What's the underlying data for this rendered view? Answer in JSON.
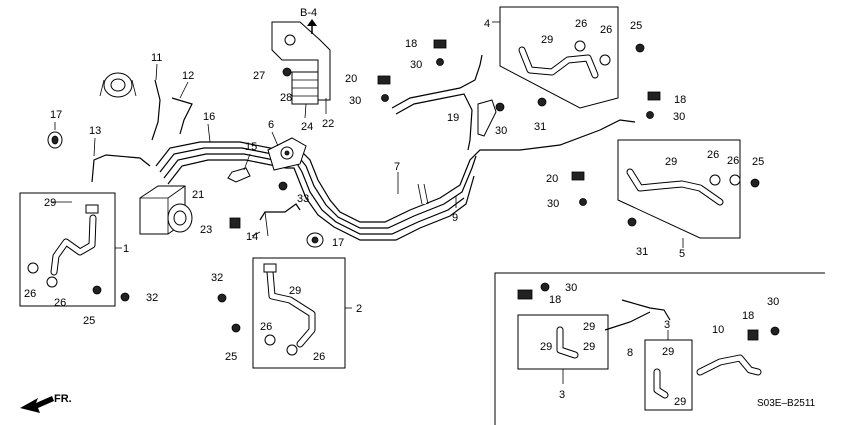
{
  "callouts": {
    "c1": "1",
    "c2": "2",
    "c3a": "3",
    "c3b": "3",
    "c4": "4",
    "c5": "5",
    "c6": "6",
    "c7": "7",
    "c8": "8",
    "c9": "9",
    "c10": "10",
    "c11": "11",
    "c12": "12",
    "c13": "13",
    "c14": "14",
    "c15": "15",
    "c16": "16",
    "c17a": "17",
    "c17b": "17",
    "c18a": "18",
    "c18b": "18",
    "c18c": "18",
    "c18d": "18",
    "c19": "19",
    "c20a": "20",
    "c20b": "20",
    "c21": "21",
    "c22": "22",
    "c23": "23",
    "c24": "24",
    "c25a": "25",
    "c25b": "25",
    "c25c": "25",
    "c25d": "25",
    "c26a": "26",
    "c26b": "26",
    "c26c": "26",
    "c26d": "26",
    "c26e": "26",
    "c26f": "26",
    "c26g": "26",
    "c26h": "26",
    "c27": "27",
    "c28": "28",
    "c29a": "29",
    "c29b": "29",
    "c29c": "29",
    "c29d": "29",
    "c29e": "29",
    "c29f": "29",
    "c29g": "29",
    "c29h": "29",
    "c29i": "29",
    "c30a": "30",
    "c30b": "30",
    "c30c": "30",
    "c30d": "30",
    "c30e": "30",
    "c30f": "30",
    "c30g": "30",
    "c31a": "31",
    "c31b": "31",
    "c32a": "32",
    "c32b": "32",
    "c33": "33"
  },
  "reference": "B-4",
  "front_marker": "FR.",
  "diagram_code": "S03E–B2511"
}
